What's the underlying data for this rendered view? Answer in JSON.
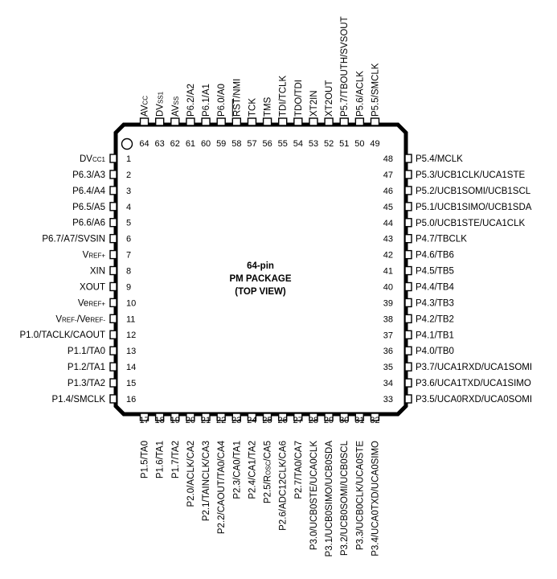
{
  "package": {
    "title": "64-pin",
    "subtitle": "PM PACKAGE",
    "view": "(TOP VIEW)"
  },
  "pins": {
    "left": [
      {
        "n": "1",
        "label": "DVCC1"
      },
      {
        "n": "2",
        "label": "P6.3/A3"
      },
      {
        "n": "3",
        "label": "P6.4/A4"
      },
      {
        "n": "4",
        "label": "P6.5/A5"
      },
      {
        "n": "5",
        "label": "P6.6/A6"
      },
      {
        "n": "6",
        "label": "P6.7/A7/SVSIN"
      },
      {
        "n": "7",
        "label": "VREF+"
      },
      {
        "n": "8",
        "label": "XIN"
      },
      {
        "n": "9",
        "label": "XOUT"
      },
      {
        "n": "10",
        "label": "VeREF+"
      },
      {
        "n": "11",
        "label": "VREF-/VeREF-"
      },
      {
        "n": "12",
        "label": "P1.0/TACLK/CAOUT"
      },
      {
        "n": "13",
        "label": "P1.1/TA0"
      },
      {
        "n": "14",
        "label": "P1.2/TA1"
      },
      {
        "n": "15",
        "label": "P1.3/TA2"
      },
      {
        "n": "16",
        "label": "P1.4/SMCLK"
      }
    ],
    "bottom": [
      {
        "n": "17",
        "label": "P1.5/TA0"
      },
      {
        "n": "18",
        "label": "P1.6/TA1"
      },
      {
        "n": "19",
        "label": "P1.7/TA2"
      },
      {
        "n": "20",
        "label": "P2.0/ACLK/CA2"
      },
      {
        "n": "21",
        "label": "P2.1/TAINCLK/CA3"
      },
      {
        "n": "22",
        "label": "P2.2/CAOUT/TA0/CA4"
      },
      {
        "n": "23",
        "label": "P2.3/CA0/TA1"
      },
      {
        "n": "24",
        "label": "P2.4/CA1/TA2"
      },
      {
        "n": "25",
        "label": "P2.5/ROSC/CA5"
      },
      {
        "n": "26",
        "label": "P2.6/ADC12CLK/CA6"
      },
      {
        "n": "27",
        "label": "P2.7/TA0/CA7"
      },
      {
        "n": "28",
        "label": "P3.0/UCB0STE/UCA0CLK"
      },
      {
        "n": "29",
        "label": "P3.1/UCB0SIMO/UCB0SDA"
      },
      {
        "n": "30",
        "label": "P3.2/UCB0SOMI/UCB0SCL"
      },
      {
        "n": "31",
        "label": "P3.3/UCB0CLK/UCA0STE"
      },
      {
        "n": "32",
        "label": "P3.4/UCA0TXD/UCA0SIMO"
      }
    ],
    "right": [
      {
        "n": "33",
        "label": "P3.5/UCA0RXD/UCA0SOMI"
      },
      {
        "n": "34",
        "label": "P3.6/UCA1TXD/UCA1SIMO"
      },
      {
        "n": "35",
        "label": "P3.7/UCA1RXD/UCA1SOMI"
      },
      {
        "n": "36",
        "label": "P4.0/TB0"
      },
      {
        "n": "37",
        "label": "P4.1/TB1"
      },
      {
        "n": "38",
        "label": "P4.2/TB2"
      },
      {
        "n": "39",
        "label": "P4.3/TB3"
      },
      {
        "n": "40",
        "label": "P4.4/TB4"
      },
      {
        "n": "41",
        "label": "P4.5/TB5"
      },
      {
        "n": "42",
        "label": "P4.6/TB6"
      },
      {
        "n": "43",
        "label": "P4.7/TBCLK"
      },
      {
        "n": "44",
        "label": "P5.0/UCB1STE/UCA1CLK"
      },
      {
        "n": "45",
        "label": "P5.1/UCB1SIMO/UCB1SDA"
      },
      {
        "n": "46",
        "label": "P5.2/UCB1SOMI/UCB1SCL"
      },
      {
        "n": "47",
        "label": "P5.3/UCB1CLK/UCA1STE"
      },
      {
        "n": "48",
        "label": "P5.4/MCLK"
      }
    ],
    "top": [
      {
        "n": "49",
        "label": "P5.5/SMCLK"
      },
      {
        "n": "50",
        "label": "P5.6/ACLK"
      },
      {
        "n": "51",
        "label": "P5.7/TBOUTH/SVSOUT"
      },
      {
        "n": "52",
        "label": "XT2OUT"
      },
      {
        "n": "53",
        "label": "XT2IN"
      },
      {
        "n": "54",
        "label": "TDO/TDI"
      },
      {
        "n": "55",
        "label": "TDI/TCLK"
      },
      {
        "n": "56",
        "label": "TMS"
      },
      {
        "n": "57",
        "label": "TCK"
      },
      {
        "n": "58",
        "label": "RST/NMI"
      },
      {
        "n": "59",
        "label": "P6.0/A0"
      },
      {
        "n": "60",
        "label": "P6.1/A1"
      },
      {
        "n": "61",
        "label": "P6.2/A2"
      },
      {
        "n": "62",
        "label": "AVSS"
      },
      {
        "n": "63",
        "label": "DVSS1"
      },
      {
        "n": "64",
        "label": "AVCC"
      }
    ]
  }
}
